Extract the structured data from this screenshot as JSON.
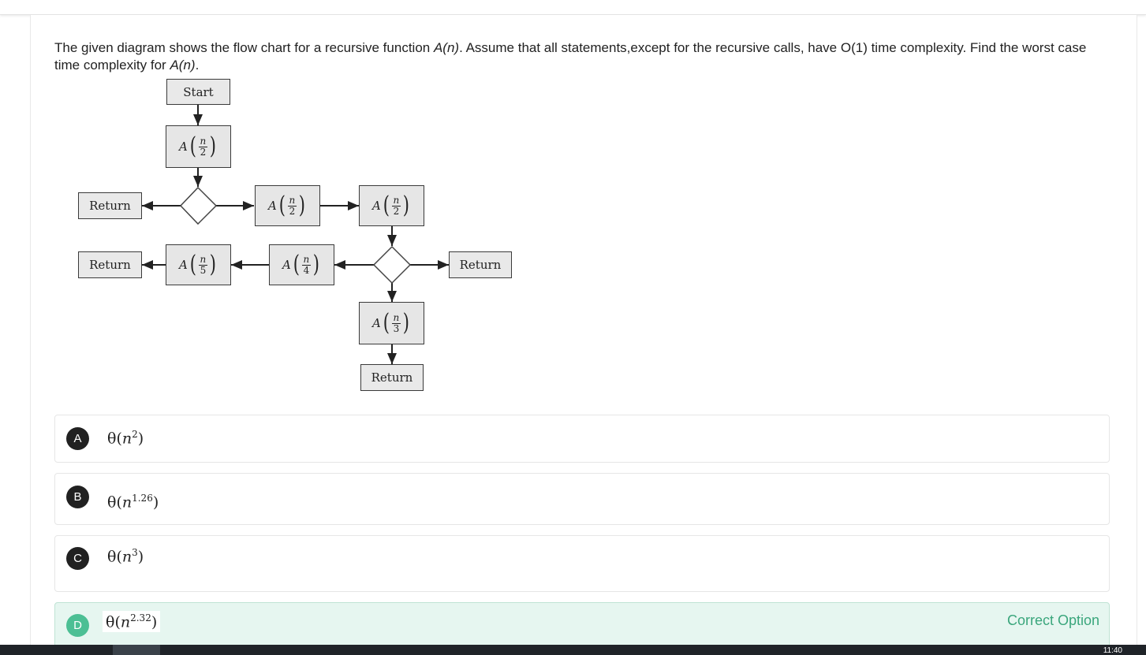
{
  "question": {
    "text_before": "The given diagram shows the flow chart for a recursive function ",
    "func1": "A(n)",
    "text_middle": ". Assume that all statements,except for the recursive calls, have O(1) time complexity. Find the worst case time complexity for ",
    "func2": "A(n)",
    "text_after": "."
  },
  "diagram": {
    "start": "Start",
    "return": "Return",
    "call_A": "A",
    "n": "n",
    "den_2": "2",
    "den_3": "3",
    "den_4": "4",
    "den_5": "5"
  },
  "options": [
    {
      "letter": "A",
      "base": "θ(",
      "var": "n",
      "exp": "2",
      "close": ")"
    },
    {
      "letter": "B",
      "base": "θ(",
      "var": "n",
      "exp": "1.26",
      "close": ")"
    },
    {
      "letter": "C",
      "base": "θ(",
      "var": "n",
      "exp": "3",
      "close": ")"
    },
    {
      "letter": "D",
      "base": "θ(",
      "var": "n",
      "exp": "2.32",
      "close": ")"
    }
  ],
  "correct_label": "Correct Option",
  "taskbar": {
    "clock": "11:40"
  },
  "colors": {
    "correct_bg": "#e6f6f0",
    "correct_accent": "#4cbf94",
    "badge": "#212121"
  }
}
